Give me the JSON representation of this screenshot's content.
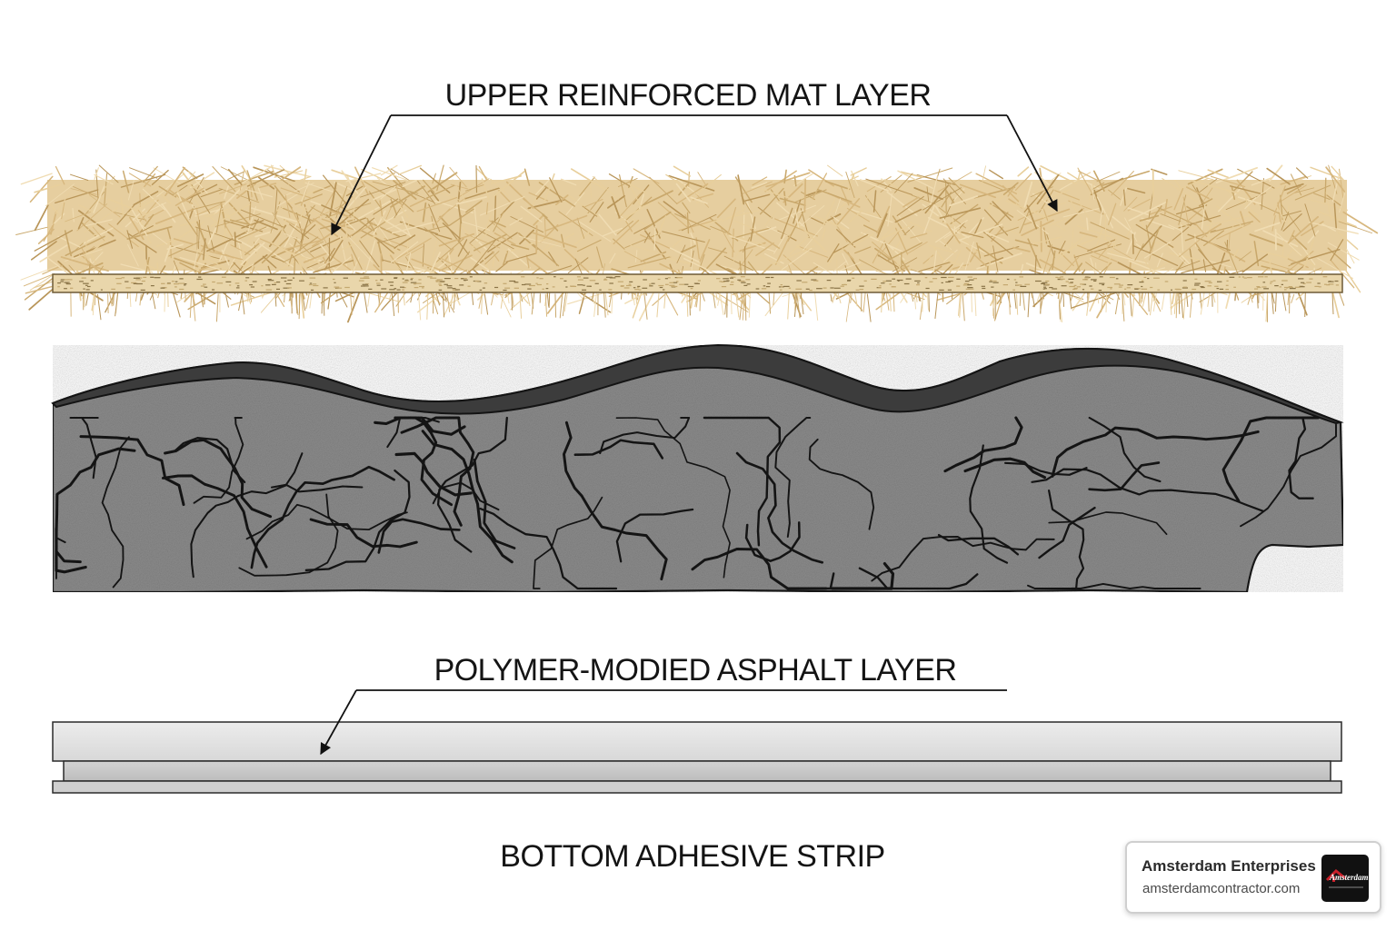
{
  "labels": {
    "upper_mat": "UPPER REINFORCED MAT LAYER",
    "asphalt": "POLYMER-MODIED ASPHALT LAYER",
    "adhesive": "BOTTOM ADHESIVE STRIP"
  },
  "badge": {
    "company": "Amsterdam Enterprises",
    "website": "amsterdamcontractor.com",
    "logo_text": "Amsterdam"
  },
  "colors": {
    "fiber": "#d7b77e",
    "fiber_dark": "#b9965a",
    "asphalt_surface": "#3e3e3e",
    "asphalt_body": "#8a8a8a",
    "crack": "#141414",
    "strip_light": "#e6e6e6",
    "strip_mid": "#cfcfcf",
    "logo_red": "#c8202a"
  }
}
